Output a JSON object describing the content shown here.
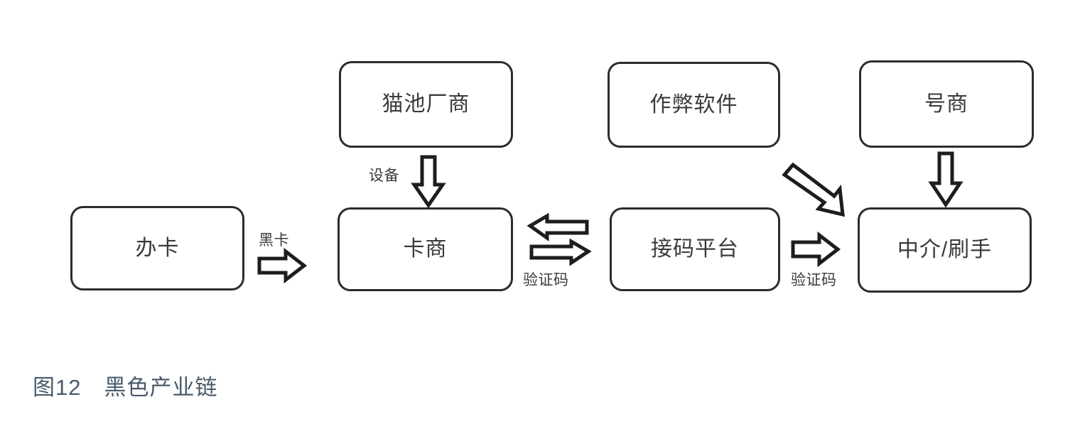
{
  "figure": {
    "caption_number": "图12",
    "caption_title": "黑色产业链",
    "caption_full": "图12　黑色产业链",
    "background_color": "#ffffff",
    "node_border_color": "#2c2c2c",
    "node_text_color": "#3a3a3a",
    "arrow_stroke_color": "#1d1d1d",
    "arrow_fill_color": "#ffffff",
    "caption_color": "#495a6b"
  },
  "diagram": {
    "type": "flowchart",
    "title": "黑色产业链",
    "nodes": [
      {
        "id": "banka",
        "label": "办卡",
        "row": "bottom",
        "col": 1
      },
      {
        "id": "maochi",
        "label": "猫池厂商",
        "row": "top",
        "col": 2
      },
      {
        "id": "kashang",
        "label": "卡商",
        "row": "bottom",
        "col": 2
      },
      {
        "id": "zuobi",
        "label": "作弊软件",
        "row": "top",
        "col": 3
      },
      {
        "id": "jiema",
        "label": "接码平台",
        "row": "bottom",
        "col": 3
      },
      {
        "id": "haoshang",
        "label": "号商",
        "row": "top",
        "col": 4
      },
      {
        "id": "zhongjie",
        "label": "中介/刷手",
        "row": "bottom",
        "col": 4
      }
    ],
    "edges": [
      {
        "id": "e1",
        "from": "banka",
        "to": "kashang",
        "label": "黑卡",
        "direction": "right"
      },
      {
        "id": "e2",
        "from": "maochi",
        "to": "kashang",
        "label": "设备",
        "direction": "down"
      },
      {
        "id": "e3",
        "from": "kashang",
        "to": "jiema",
        "label": "验证码",
        "direction": "bidirectional"
      },
      {
        "id": "e4",
        "from": "jiema",
        "to": "zhongjie",
        "label": "验证码",
        "direction": "right"
      },
      {
        "id": "e5",
        "from": "zuobi",
        "to": "zhongjie",
        "label": "",
        "direction": "diagonal-down-right"
      },
      {
        "id": "e6",
        "from": "haoshang",
        "to": "zhongjie",
        "label": "",
        "direction": "down"
      }
    ]
  }
}
